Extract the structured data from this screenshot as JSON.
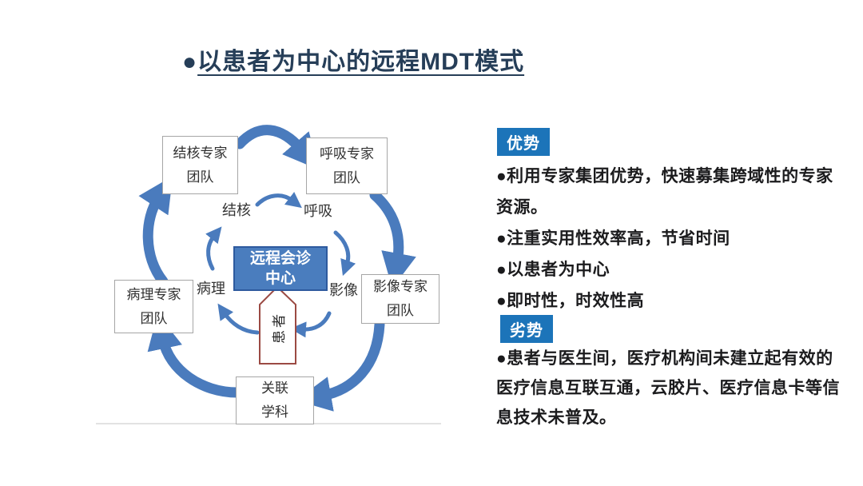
{
  "title": {
    "bullet": "●",
    "text": "以患者为中心的远程MDT模式"
  },
  "diagram": {
    "nodes": {
      "tuberculosis_team": "结核专家\n团队",
      "respiratory_team": "呼吸专家\n团队",
      "pathology_team": "病理专家\n团队",
      "imaging_team": "影像专家\n团队",
      "related_disciplines": "关联\n学科",
      "center": "远程会诊\n中心",
      "patient": "患者"
    },
    "inner_labels": {
      "tuberculosis": "结核",
      "respiratory": "呼吸",
      "pathology": "病理",
      "imaging": "影像"
    }
  },
  "advantages": {
    "badge": "优势",
    "items": [
      "●利用专家集团优势，快速募集跨域性的专家资源。",
      "●注重实用性效率高，节省时间",
      "●以患者为中心",
      "●即时性，时效性高"
    ]
  },
  "disadvantages": {
    "badge": "劣势",
    "items": [
      "●患者与医生间，医疗机构间未建立起有效的医疗信息互联互通，云胶片、医疗信息卡等信息技术未普及。"
    ]
  },
  "colors": {
    "background": "#ffffff",
    "title": "#263e58",
    "arrow": "#4a7bbd",
    "center_fill": "#4a7dbe",
    "center_border": "#2e5a9e",
    "patient_border": "#9b4a43",
    "box_border": "#a6a6a6",
    "node_text": "#303030",
    "body_text": "#1b1b1d",
    "badge_bg": "#1c74b9",
    "divider": "#d8d8d8"
  }
}
